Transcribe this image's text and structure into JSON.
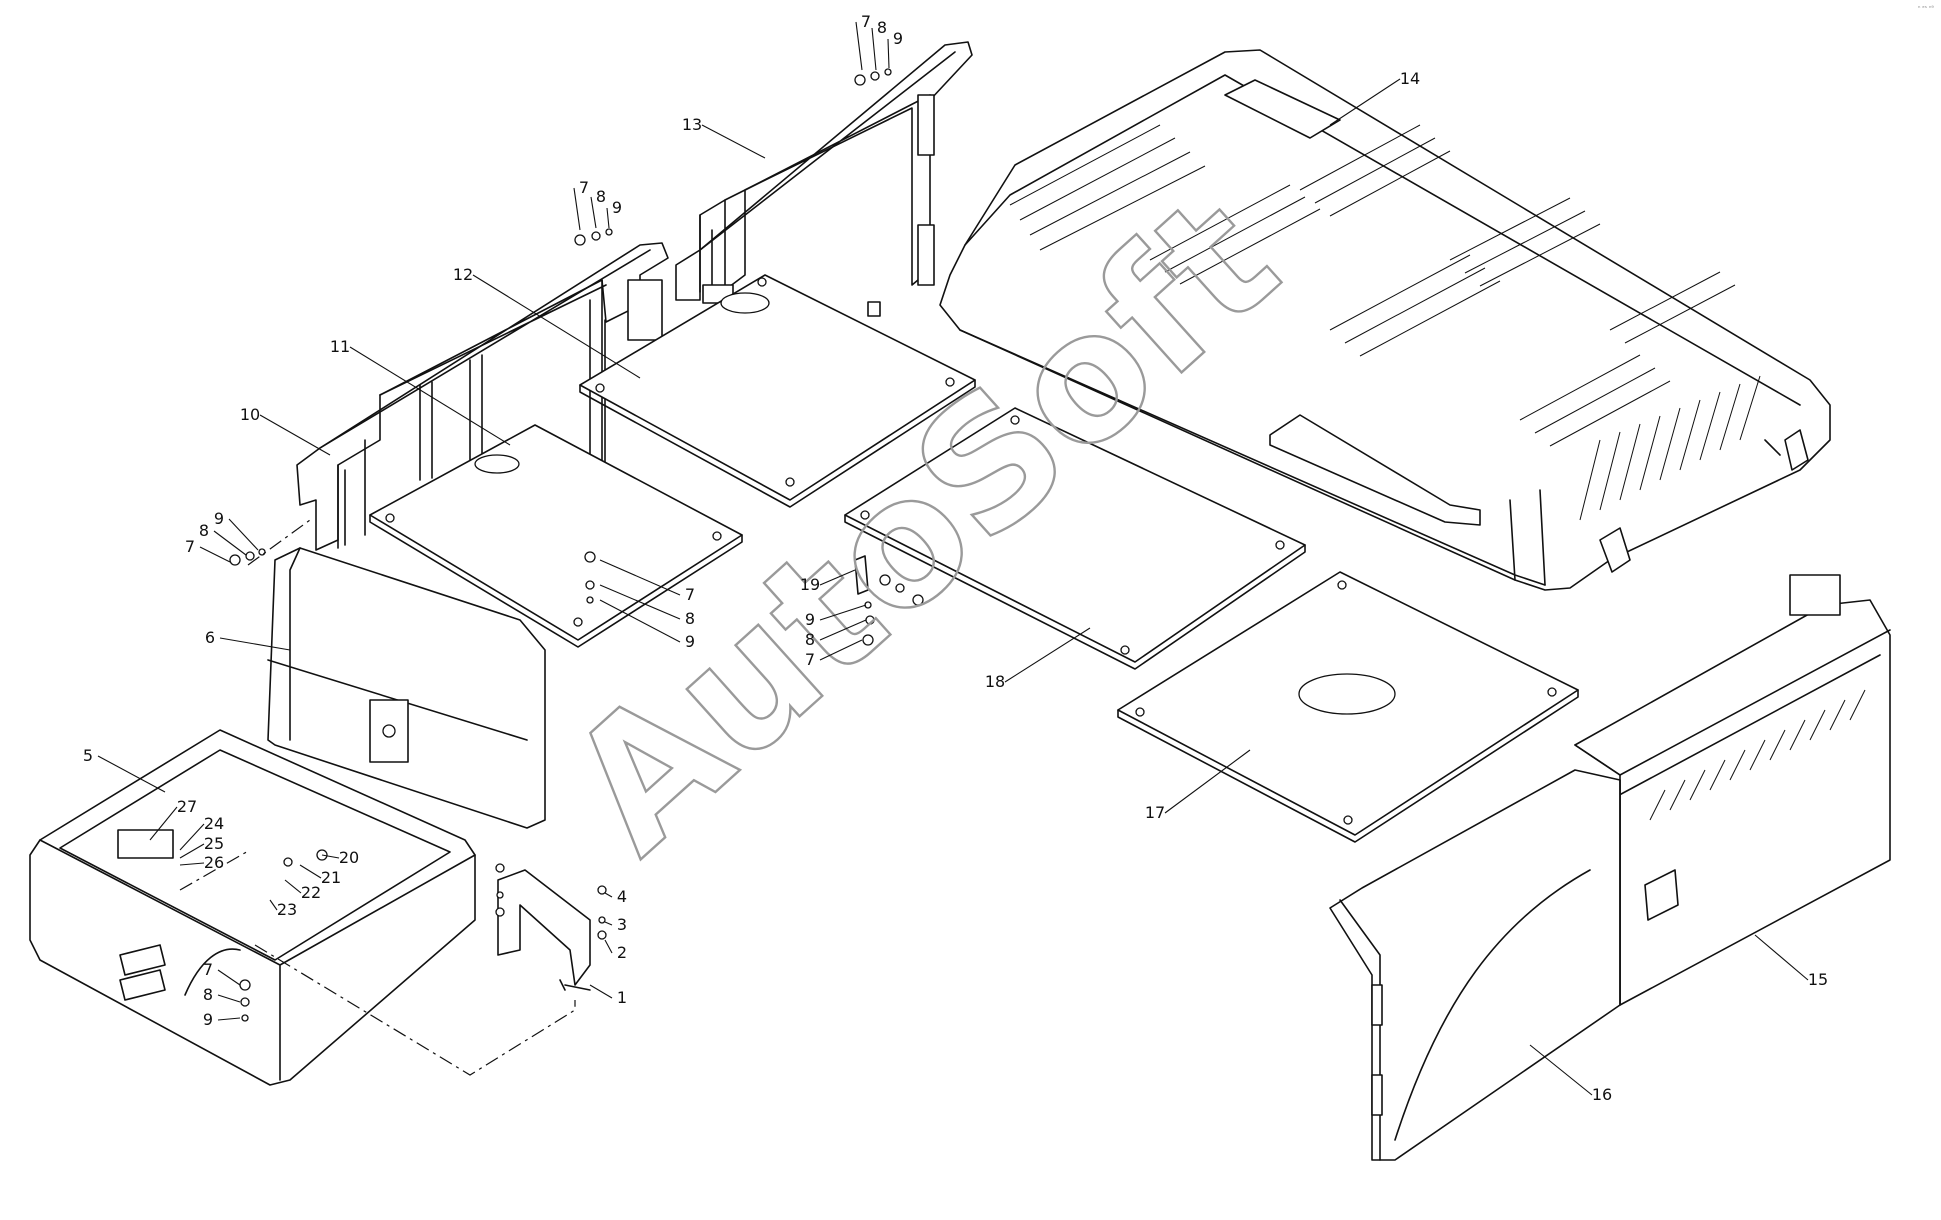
{
  "watermark": "AutoSoft",
  "corner_mark": "ⁿ ᵉˢ ⁿ⁹",
  "callouts": [
    {
      "n": "1"
    },
    {
      "n": "2"
    },
    {
      "n": "3"
    },
    {
      "n": "4"
    },
    {
      "n": "5"
    },
    {
      "n": "6"
    },
    {
      "n": "7"
    },
    {
      "n": "8"
    },
    {
      "n": "9"
    },
    {
      "n": "10"
    },
    {
      "n": "11"
    },
    {
      "n": "12"
    },
    {
      "n": "13"
    },
    {
      "n": "14"
    },
    {
      "n": "15"
    },
    {
      "n": "16"
    },
    {
      "n": "17"
    },
    {
      "n": "18"
    },
    {
      "n": "19"
    },
    {
      "n": "20"
    },
    {
      "n": "21"
    },
    {
      "n": "22"
    },
    {
      "n": "23"
    },
    {
      "n": "24"
    },
    {
      "n": "25"
    },
    {
      "n": "26"
    },
    {
      "n": "27"
    },
    {
      "n": "7"
    },
    {
      "n": "8"
    },
    {
      "n": "9"
    },
    {
      "n": "7"
    },
    {
      "n": "8"
    },
    {
      "n": "9"
    },
    {
      "n": "7"
    },
    {
      "n": "8"
    },
    {
      "n": "9"
    },
    {
      "n": "7"
    },
    {
      "n": "8"
    },
    {
      "n": "9"
    },
    {
      "n": "7"
    },
    {
      "n": "8"
    },
    {
      "n": "9"
    }
  ]
}
